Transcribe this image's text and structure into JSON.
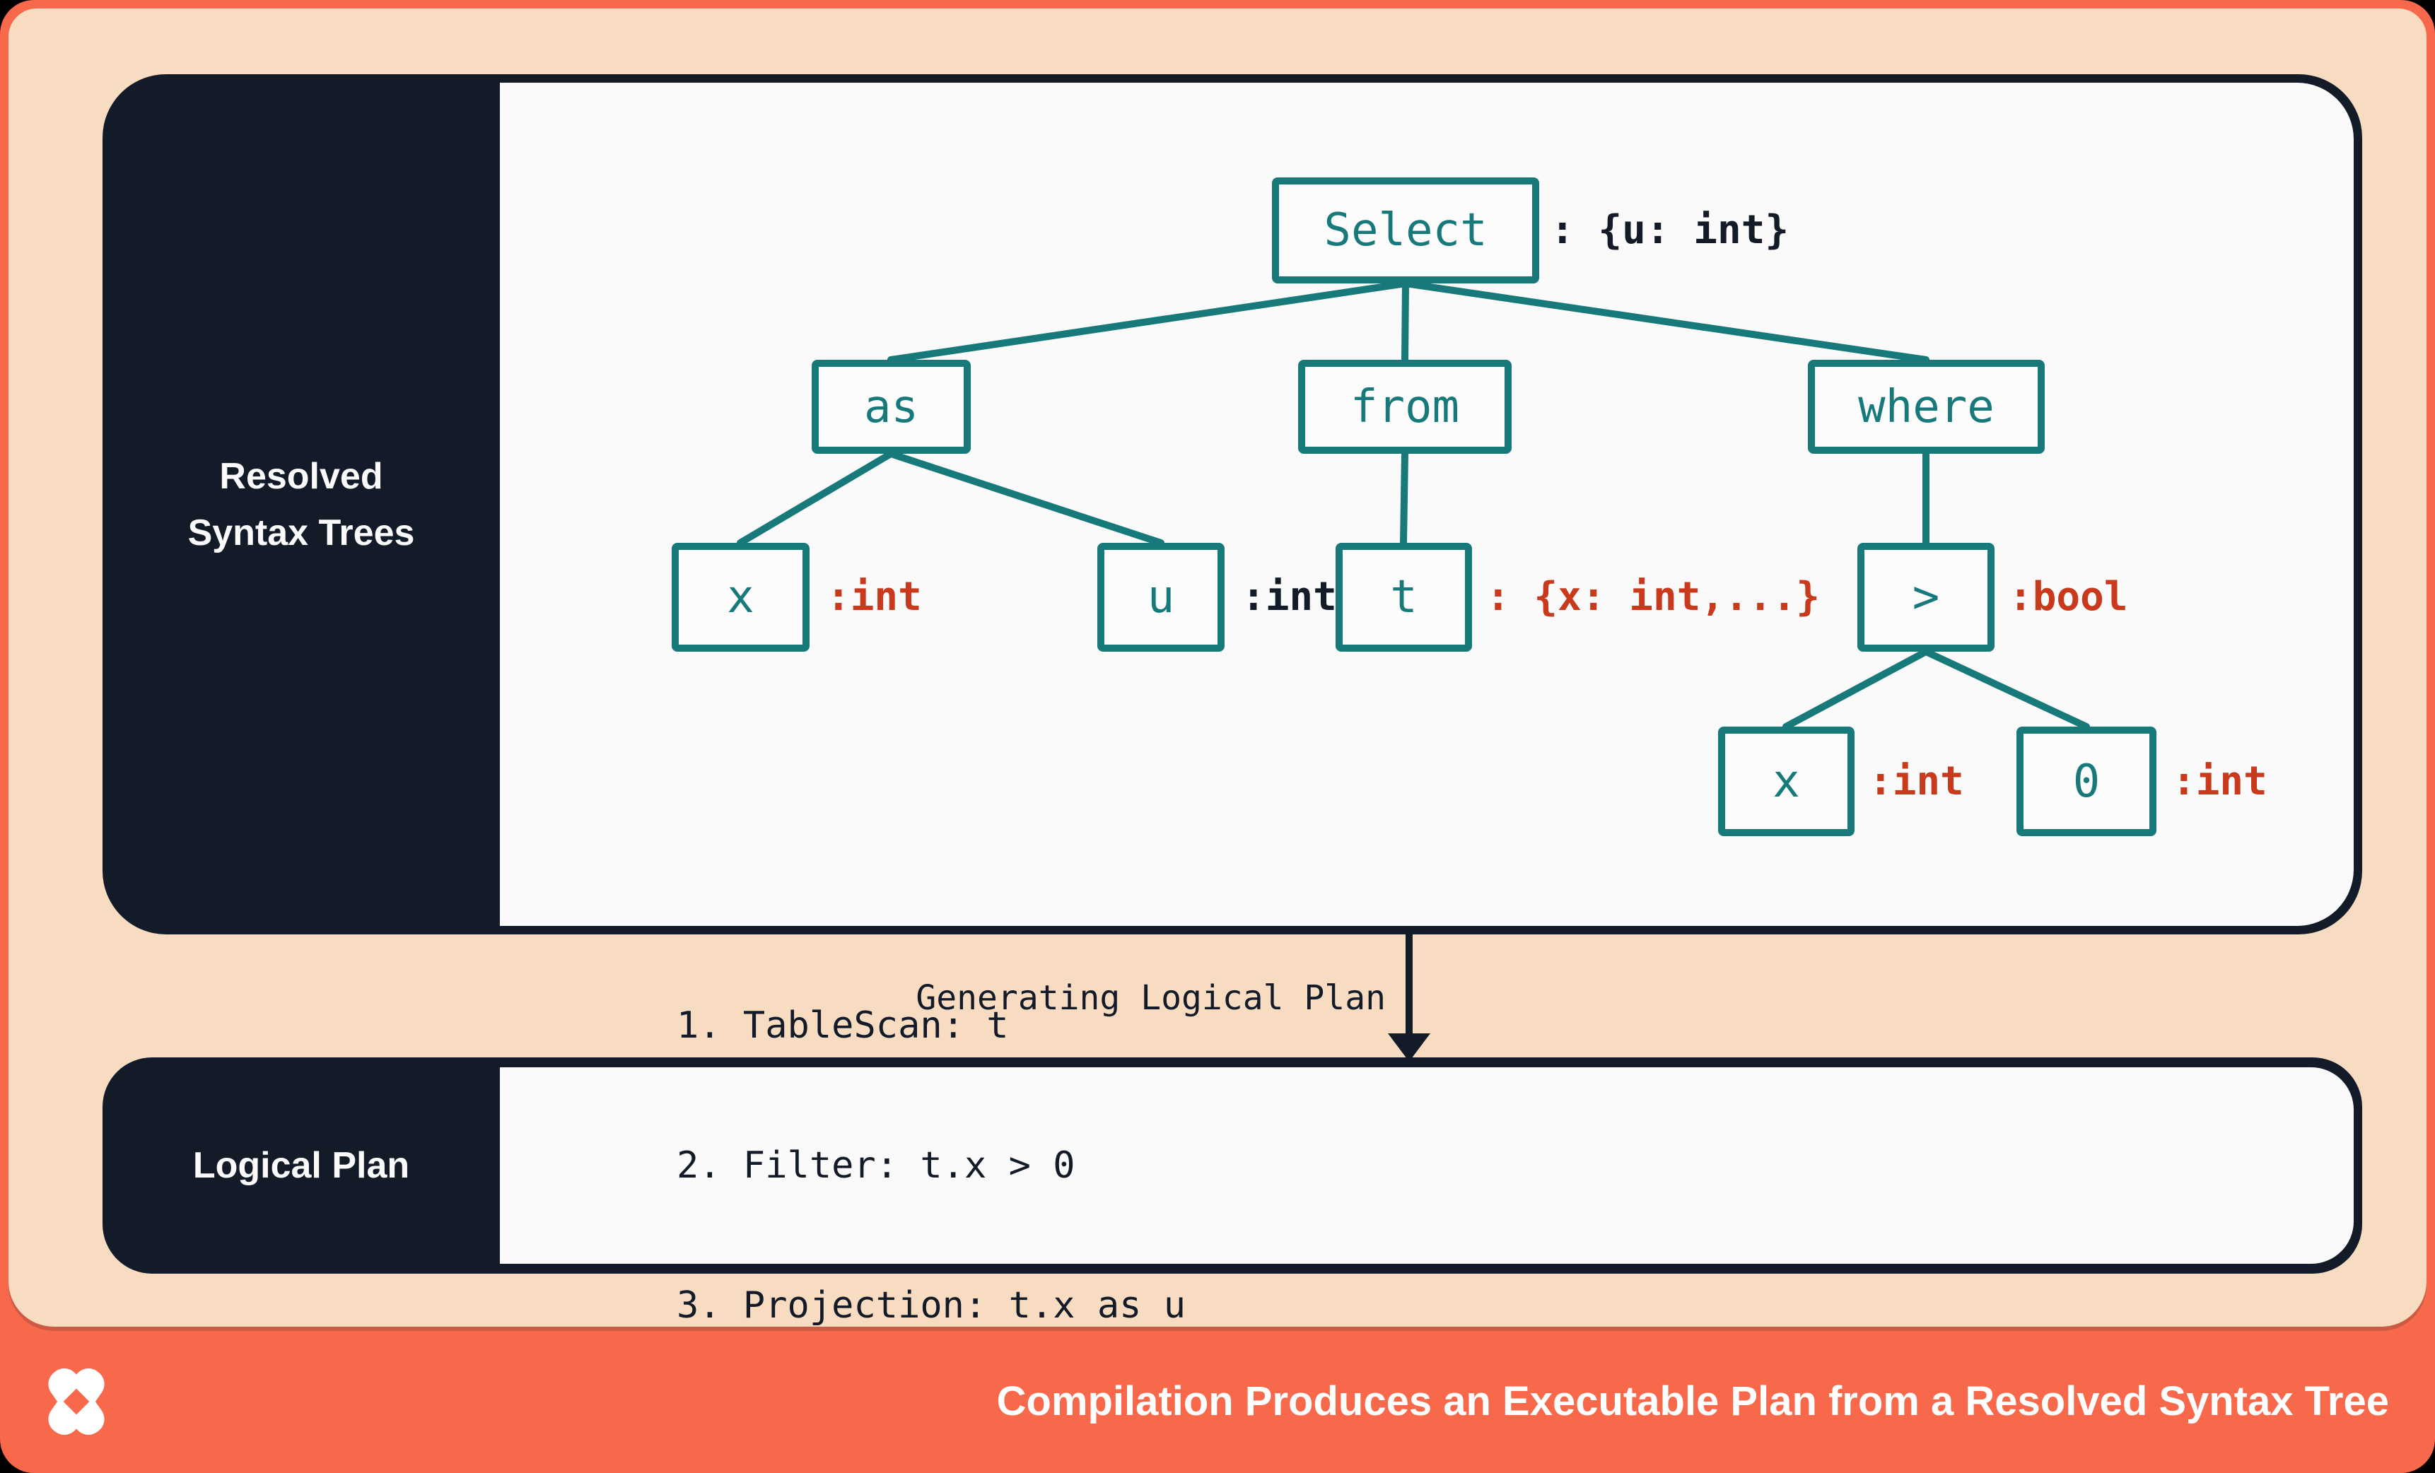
{
  "colors": {
    "coral": "#F8684A",
    "peach": "#F8DCC2",
    "navy": "#131A28",
    "teal": "#17797A",
    "red": "#C9391B",
    "panel_white": "#FAFAFB"
  },
  "resolved_card": {
    "label_line1": "Resolved",
    "label_line2": "Syntax Trees"
  },
  "tree": {
    "select": {
      "label": "Select",
      "type": ": {u: int}"
    },
    "as": {
      "label": "as"
    },
    "from": {
      "label": "from"
    },
    "where": {
      "label": "where"
    },
    "x_as": {
      "label": "x",
      "type": ":int"
    },
    "u": {
      "label": "u",
      "type": ":int"
    },
    "t": {
      "label": "t",
      "type": ": {x: int,...}"
    },
    "gt": {
      "label": ">",
      "type": ":bool"
    },
    "x_gt": {
      "label": "x",
      "type": ":int"
    },
    "zero": {
      "label": "0",
      "type": ":int"
    }
  },
  "transition": {
    "label": "Generating Logical Plan"
  },
  "logical_plan": {
    "sidebar_label": "Logical Plan",
    "steps": [
      "1. TableScan: t",
      "2. Filter: t.x > 0",
      "3. Projection: t.x as u"
    ]
  },
  "footer": {
    "title": "Compilation Produces an Executable Plan from a Resolved Syntax Tree",
    "logo": "four-point-star"
  }
}
